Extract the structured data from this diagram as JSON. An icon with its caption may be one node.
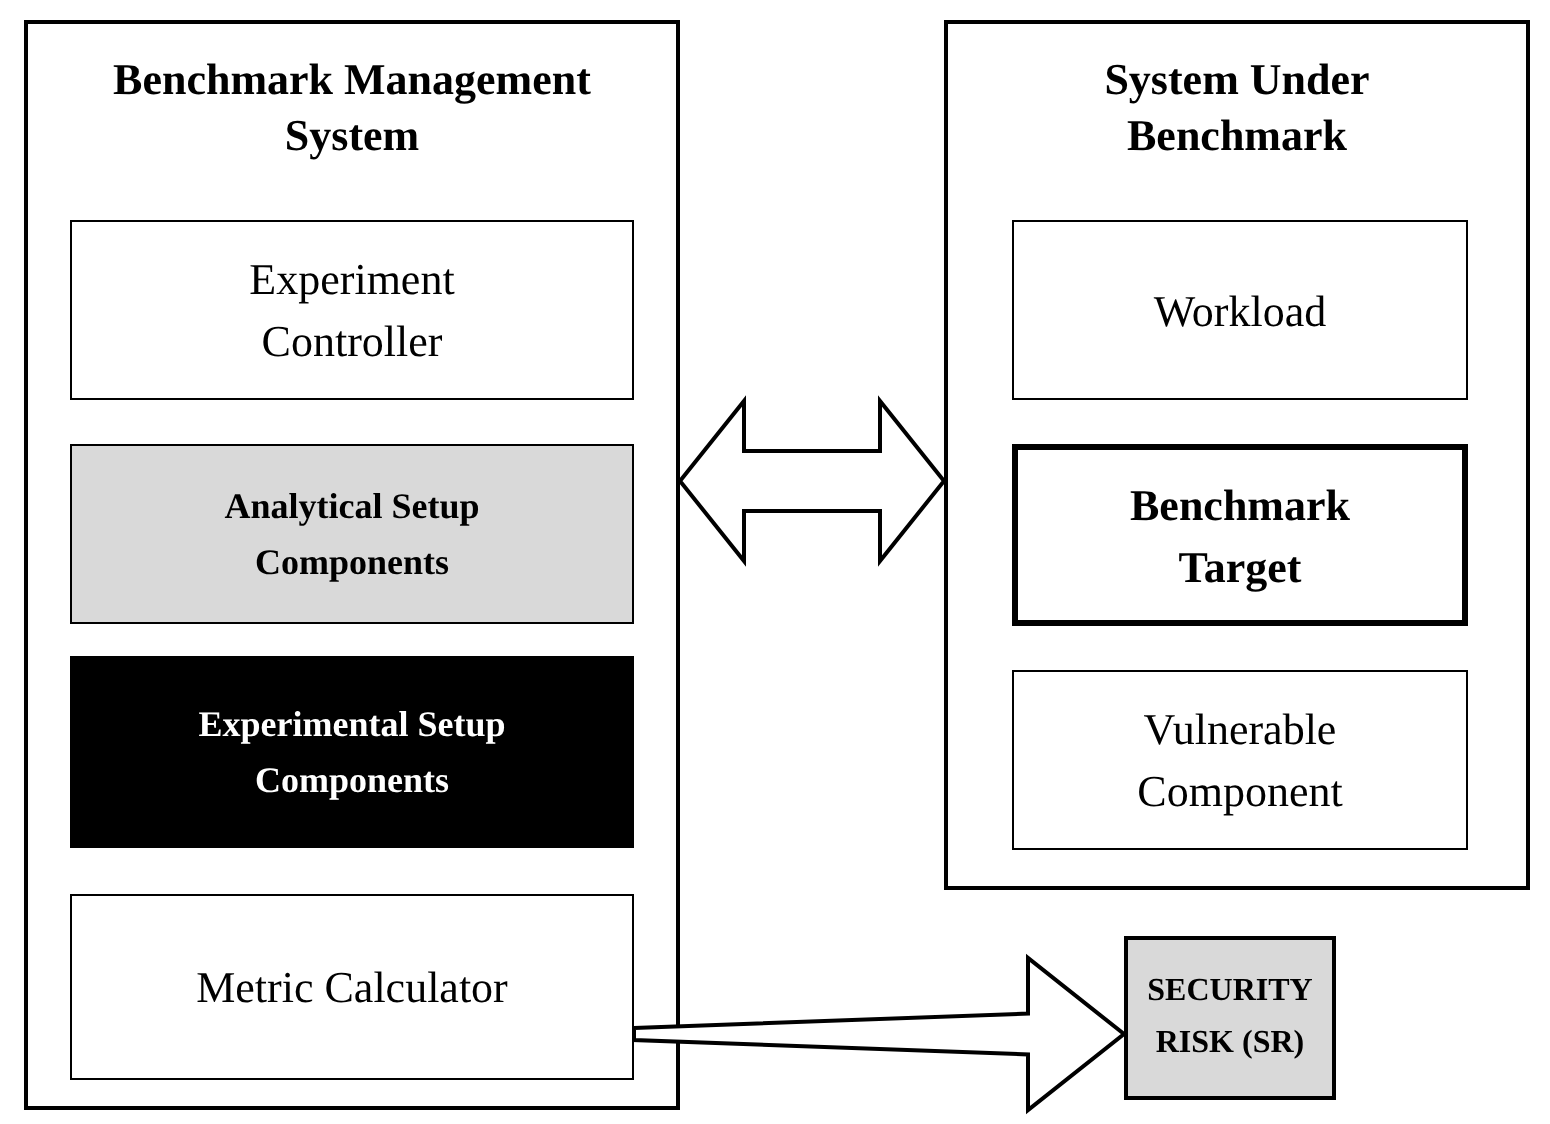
{
  "diagram": {
    "nodes": [
      {
        "text": [
          "Benchmark Management System"
        ]
      },
      {
        "text": [
          "Experiment Controller"
        ],
        "in": 0
      },
      {
        "text": [
          "Analytical Setup Components"
        ],
        "in": 0
      },
      {
        "text": [
          "Experimental Setup Components"
        ],
        "in": 0
      },
      {
        "text": [
          "Metric Calculator"
        ],
        "in": 0
      },
      {
        "text": [
          "System Under Benchmark"
        ]
      },
      {
        "text": [
          "Workload"
        ],
        "in": 5
      },
      {
        "text": [
          "Benchmark Target"
        ],
        "in": 5
      },
      {
        "text": [
          "Vulnerable Component"
        ],
        "in": 5
      },
      {
        "text": [
          "SECURITY RISK (SR)"
        ]
      }
    ],
    "edges": [
      {
        "from": 0,
        "to": 5,
        "arrow": "both"
      },
      {
        "from": 4,
        "to": 9,
        "arrow": "to"
      }
    ]
  }
}
